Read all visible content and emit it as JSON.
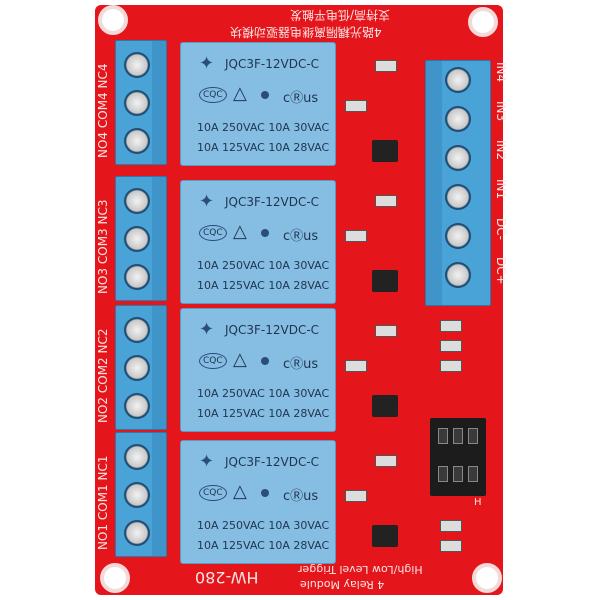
{
  "board": {
    "model": "HW-280",
    "title_cn_1": "4路光耦隔离继电器驱动模块",
    "title_cn_2": "支持高/低电平触发",
    "module_name": "4 Relay Module",
    "trigger_text": "High/Low Level Trigger",
    "jumper_label": "H",
    "color": "#e4161b"
  },
  "relays": [
    {
      "model": "JQC3F-12VDC-C",
      "cert": "CQC",
      "ul": "cⓇus",
      "rating_1": "10A 250VAC 10A 30VAC",
      "rating_2": "10A 125VAC 10A 28VAC"
    },
    {
      "model": "JQC3F-12VDC-C",
      "cert": "CQC",
      "ul": "cⓇus",
      "rating_1": "10A 250VAC 10A 30VAC",
      "rating_2": "10A 125VAC 10A 28VAC"
    },
    {
      "model": "JQC3F-12VDC-C",
      "cert": "CQC",
      "ul": "cⓇus",
      "rating_1": "10A 250VAC 10A 30VAC",
      "rating_2": "10A 125VAC 10A 28VAC"
    },
    {
      "model": "JQC3F-12VDC-C",
      "cert": "CQC",
      "ul": "cⓇus",
      "rating_1": "10A 250VAC 10A 30VAC",
      "rating_2": "10A 125VAC 10A 28VAC"
    }
  ],
  "output_labels": [
    "NO4 COM4 NC4",
    "NO3 COM3 NC3",
    "NO2 COM2 NC2",
    "NO1 COM1 NC1"
  ],
  "input_labels": [
    "IN4",
    "IN3",
    "IN2",
    "IN1",
    "DC-",
    "DC+"
  ]
}
